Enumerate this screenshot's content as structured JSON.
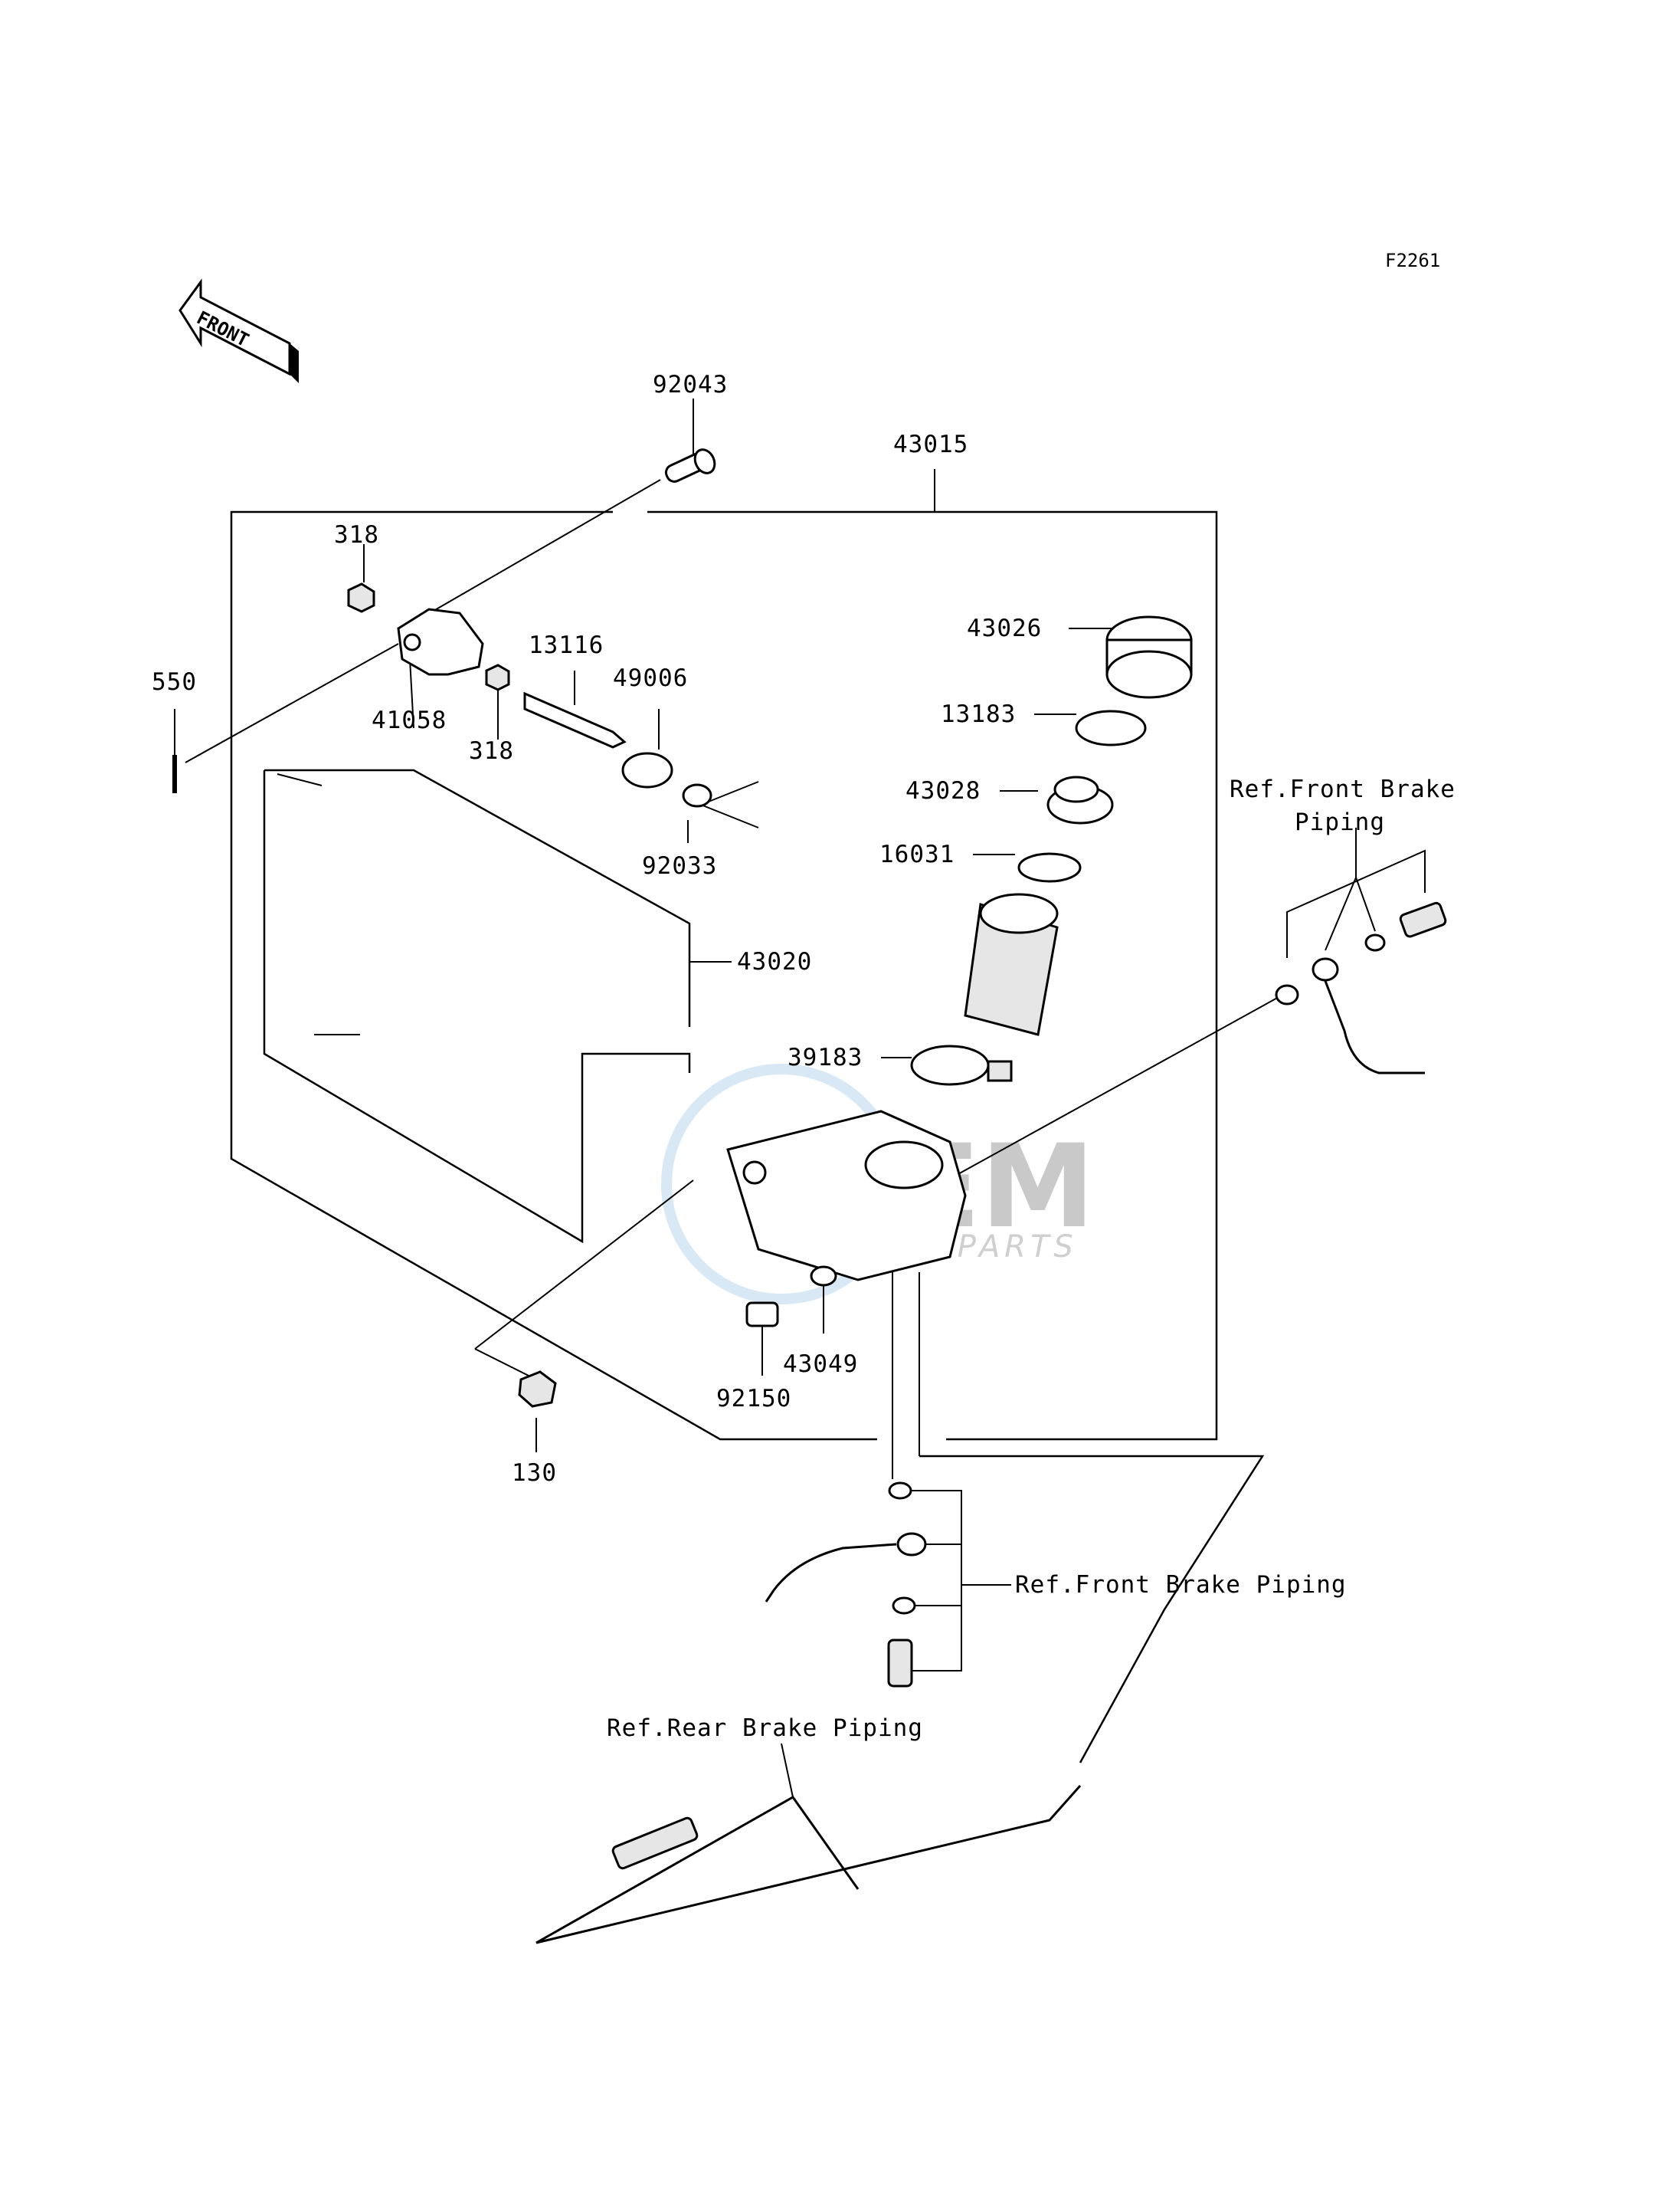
{
  "figure_code": "F2261",
  "front_badge": "FRONT",
  "watermark": {
    "main": "OEM",
    "sub": "MOTORPARTS"
  },
  "part_labels": {
    "p92043": "92043",
    "p43015": "43015",
    "p318a": "318",
    "p318b": "318",
    "p41058": "41058",
    "p550": "550",
    "p13116": "13116",
    "p49006": "49006",
    "p92033": "92033",
    "p43026": "43026",
    "p13183": "13183",
    "p43028": "43028",
    "p16031": "16031",
    "p43020": "43020",
    "p39183": "39183",
    "p43049": "43049",
    "p92150": "92150",
    "p130": "130"
  },
  "ref_labels": {
    "front_brake_top_1": "Ref.Front Brake",
    "front_brake_top_2": "Piping",
    "front_brake_mid": "Ref.Front Brake Piping",
    "rear_brake": "Ref.Rear Brake Piping"
  }
}
